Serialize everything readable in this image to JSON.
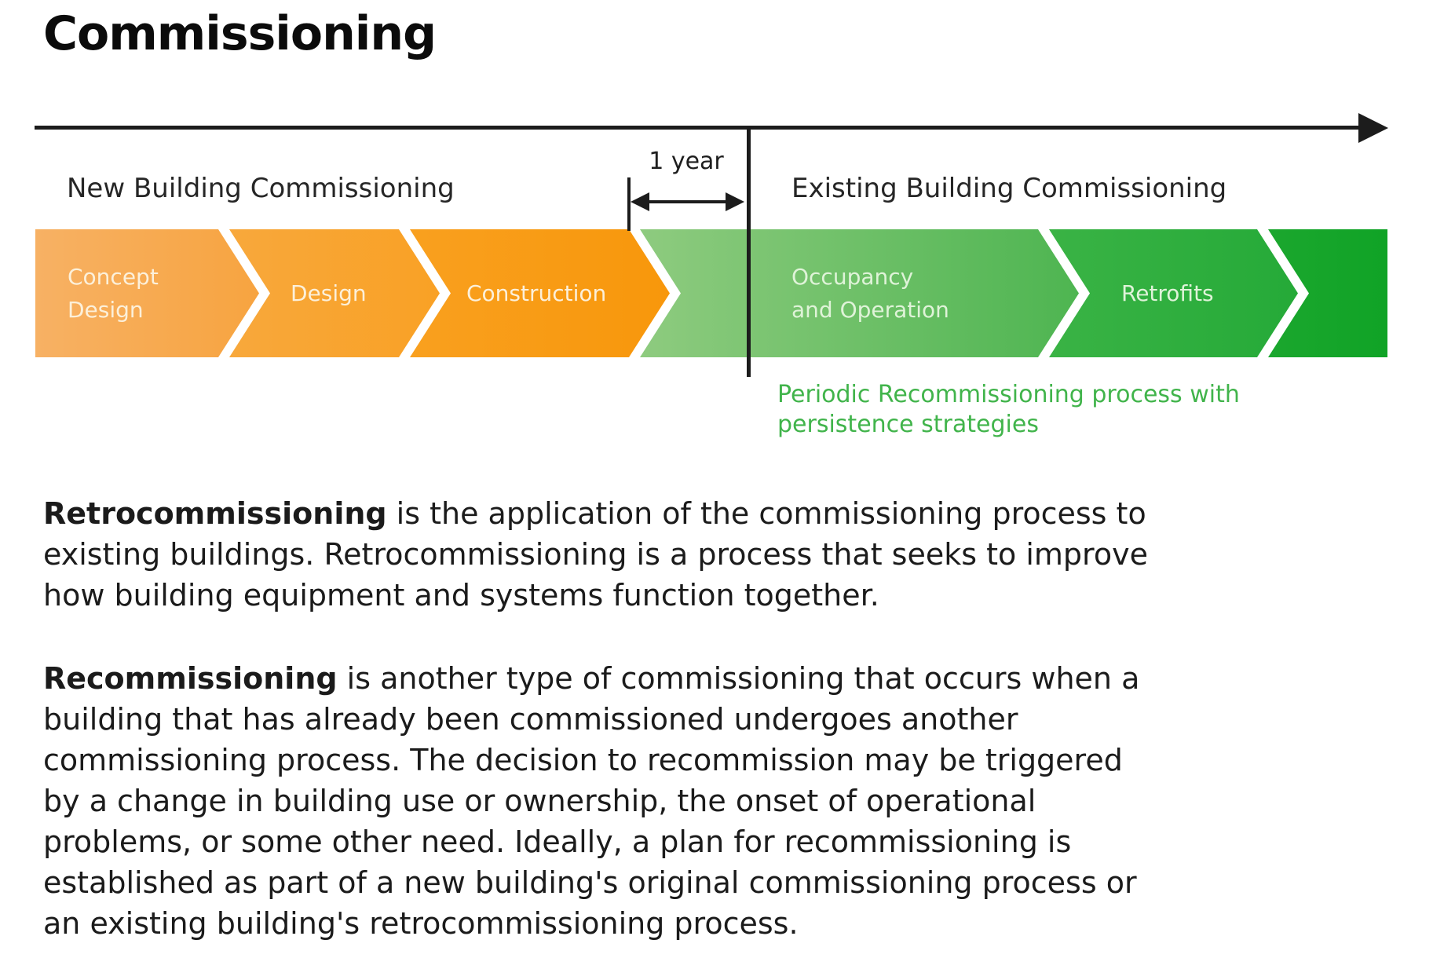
{
  "title": "Commissioning",
  "timeline": {
    "left_label": "New Building Commissioning",
    "gap_label": "1 year",
    "right_label": "Existing Building Commissioning",
    "line_color": "#1c1c1c"
  },
  "ribbon": {
    "segments": [
      {
        "label": "Concept\nDesign",
        "color_start": "#f7b164",
        "color_end": "#f7a440",
        "text_color": "#fcf0da"
      },
      {
        "label": "Design",
        "color_start": "#f8a83c",
        "color_end": "#f9a125",
        "text_color": "#fcf0da"
      },
      {
        "label": "Construction",
        "color_start": "#f9a01f",
        "color_end": "#f8970b",
        "text_color": "#fcf0da"
      },
      {
        "label": "Occupancy\nand Operation",
        "color_start": "#8ecb7f",
        "color_end": "#4eb551",
        "text_color": "#dff3d8"
      },
      {
        "label": "Retrofits",
        "color_start": "#3ab345",
        "color_end": "#25aa38",
        "text_color": "#dff3d8"
      },
      {
        "label": "",
        "color_start": "#1ba72e",
        "color_end": "#10a326",
        "text_color": "#dff3d8"
      }
    ]
  },
  "annotation": {
    "text": "Periodic Recommissioning process with\npersistence strategies",
    "color": "#41b44b"
  },
  "paragraphs": [
    {
      "lead": "Retrocommissioning",
      "first_line_rest": " is the application of the commissioning process to",
      "lines": [
        "existing buildings. Retrocommissioning is a process that seeks to improve",
        "how building equipment and systems function together."
      ]
    },
    {
      "lead": "Recommissioning",
      "first_line_rest": " is another type of commissioning that occurs when a",
      "lines": [
        "building that has already been commissioned undergoes another",
        "commissioning process. The decision to recommission may be triggered",
        "by a change in building use or ownership, the onset of operational",
        "problems, or some other need. Ideally, a plan for recommissioning is",
        "established as part of a new building's original commissioning process or",
        "an existing building's retrocommissioning process."
      ]
    }
  ]
}
